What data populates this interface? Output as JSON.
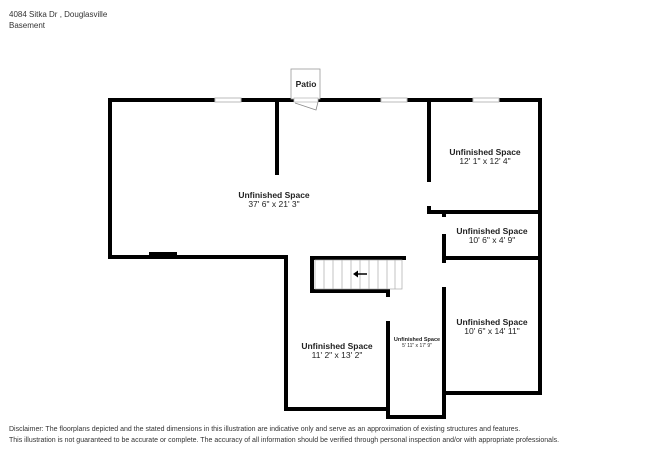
{
  "header": {
    "address": "4084 Sitka Dr , Douglasville",
    "level": "Basement"
  },
  "floorplan": {
    "patio": "Patio",
    "rooms": [
      {
        "name": "Unfinished Space",
        "dims": "37' 6\" x 21' 3\""
      },
      {
        "name": "Unfinished Space",
        "dims": "12' 1\" x 12' 4\""
      },
      {
        "name": "Unfinished Space",
        "dims": "10' 6\" x 4' 9\""
      },
      {
        "name": "Unfinished Space",
        "dims": "10' 6\" x 14' 11\""
      },
      {
        "name": "Unfinished Space",
        "dims": "11' 2\" x 13' 2\""
      },
      {
        "name": "Unfinished Space",
        "dims": "5' 11\" x 17' 9\""
      }
    ],
    "stair_direction_icon": "arrow-left-icon"
  },
  "disclaimer": {
    "line1": "Disclaimer: The floorplans depicted and the stated dimensions in this illustration are indicative only and serve as an approximation of existing structures and features.",
    "line2": "This illustration is not guaranteed to be accurate or complete. The accuracy of all information should be verified through personal inspection and/or with appropriate professionals."
  }
}
